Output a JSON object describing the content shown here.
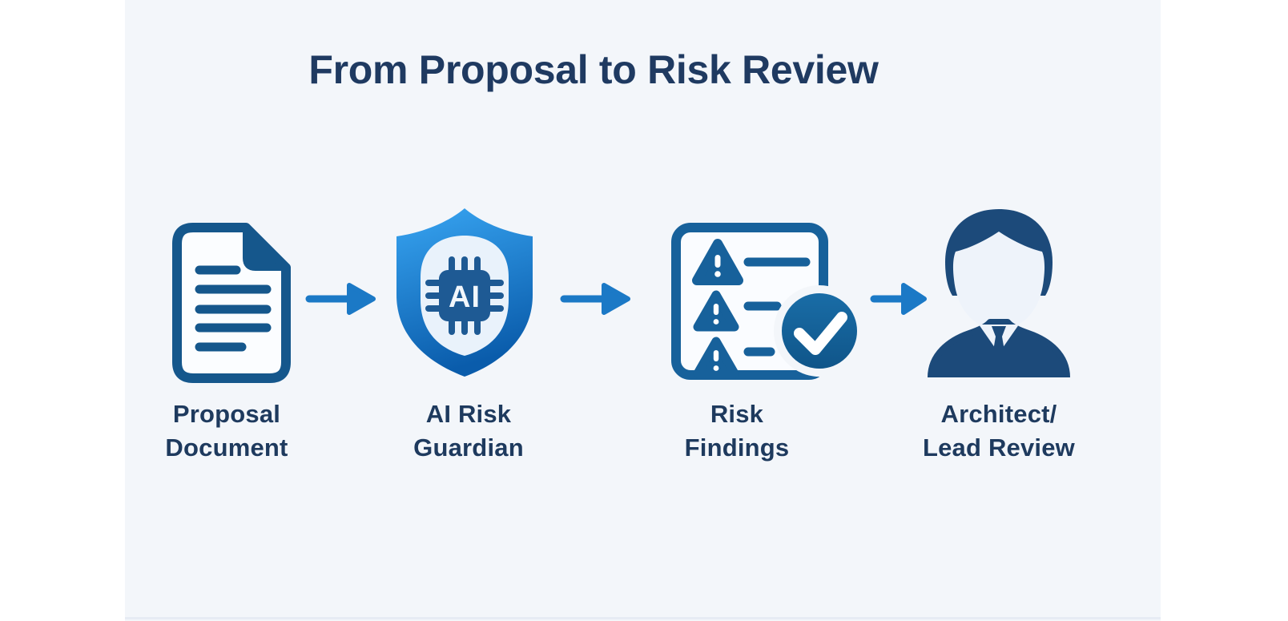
{
  "title": "From Proposal to Risk Review",
  "steps": [
    {
      "id": "proposal-document",
      "icon": "document-icon",
      "lines": [
        "Proposal",
        "Document"
      ]
    },
    {
      "id": "ai-risk-guardian",
      "icon": "ai-shield-chip-icon",
      "chip_label": "AI",
      "lines": [
        "AI Risk",
        "Guardian"
      ]
    },
    {
      "id": "risk-findings",
      "icon": "risk-checklist-icon",
      "lines": [
        "Risk",
        "Findings"
      ]
    },
    {
      "id": "architect-lead-review",
      "icon": "person-icon",
      "lines": [
        "Architect/",
        "Lead Review"
      ]
    }
  ],
  "connectors": [
    "arrow-right-icon",
    "arrow-right-icon",
    "arrow-right-icon"
  ],
  "colors": {
    "background": "#f3f6fa",
    "margin": "#ffffff",
    "heading_text": "#1f3a61",
    "label_text": "#1e3a5e",
    "document_blue": "#15578c",
    "checklist_blue": "#17619b",
    "person_navy": "#1c4a7a",
    "arrow_blue": "#1b79c6",
    "shield_gradient_top": "#38a5f2",
    "shield_gradient_bottom": "#0a5cab",
    "shield_inner": "#e9f2fb",
    "chip_blue": "#1e5a94",
    "check_circle_blue": "#14608f"
  }
}
